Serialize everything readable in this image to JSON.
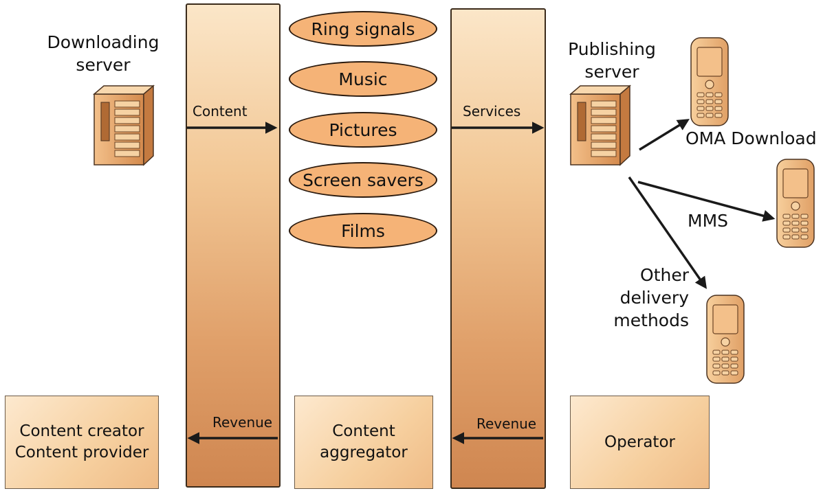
{
  "nodes": {
    "downloading_server": "Downloading\nserver",
    "publishing_server": "Publishing\nserver",
    "content_types": [
      "Ring signals",
      "Music",
      "Pictures",
      "Screen savers",
      "Films"
    ],
    "content_creator": "Content creator\nContent provider",
    "content_aggregator": "Content\naggregator",
    "operator": "Operator"
  },
  "edges": {
    "content": "Content",
    "services": "Services",
    "revenue_left": "Revenue",
    "revenue_right": "Revenue",
    "oma_download": "OMA Download",
    "mms": "MMS",
    "other_delivery": "Other\ndelivery\nmethods"
  },
  "colors": {
    "arrow": "#1a1a1a",
    "pill_fill": "#f5b377",
    "server_body": "#e6a96e"
  }
}
